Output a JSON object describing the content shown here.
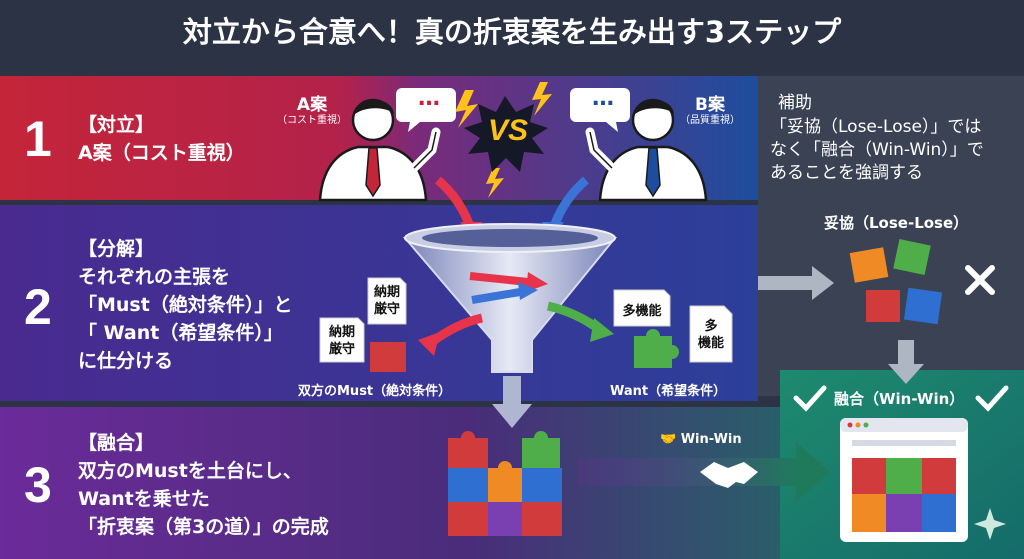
{
  "title": "対立から合意へ！真の折衷案を生み出す3ステップ",
  "steps": [
    {
      "number": "1",
      "lines": [
        "【対立】",
        "A案（コスト重視）"
      ]
    },
    {
      "number": "2",
      "lines": [
        "【分解】",
        "それぞれの主張を",
        "「Must（絶対条件）」と",
        "「 Want（希望条件）」",
        "に仕分ける"
      ]
    },
    {
      "number": "3",
      "lines": [
        "【融合】",
        "双方のMustを土台にし、",
        "Wantを乗せた",
        "「折衷案（第3の道）」の完成"
      ]
    }
  ],
  "proposal_a": {
    "label": "A案",
    "sub": "（コスト重視）"
  },
  "proposal_b": {
    "label": "B案",
    "sub": "（品質重視）"
  },
  "vs": "VS",
  "speech": "…",
  "must_cards": [
    {
      "line1": "納期",
      "line2": "厳守"
    },
    {
      "line1": "納期",
      "line2": "厳守"
    }
  ],
  "want_cards": [
    {
      "line1": "多機能"
    },
    {
      "line1": "多",
      "line2": "機能"
    }
  ],
  "must_caption": "双方のMust（絶対条件）",
  "want_caption": "Want（希望条件）",
  "note": {
    "heading": "補助",
    "lines": [
      "「妥協（Lose-Lose）」では",
      "なく「融合（Win-Win）」で",
      "あることを強調する"
    ]
  },
  "lose_label": "妥協（Lose-Lose）",
  "win_label": "融合（Win-Win）",
  "arrow_label": "Win-Win",
  "colors": {
    "step1": "#c42539",
    "proposal_b": "#1e4d9e",
    "step2": "#4a2a8f",
    "step3": "#6b2b9a",
    "win": "#1e8a6e",
    "piece_red": "#d23b3b",
    "piece_green": "#4fae4a",
    "piece_orange": "#f08a24",
    "piece_blue": "#2f6fd1",
    "piece_purple": "#7a3fb0"
  }
}
